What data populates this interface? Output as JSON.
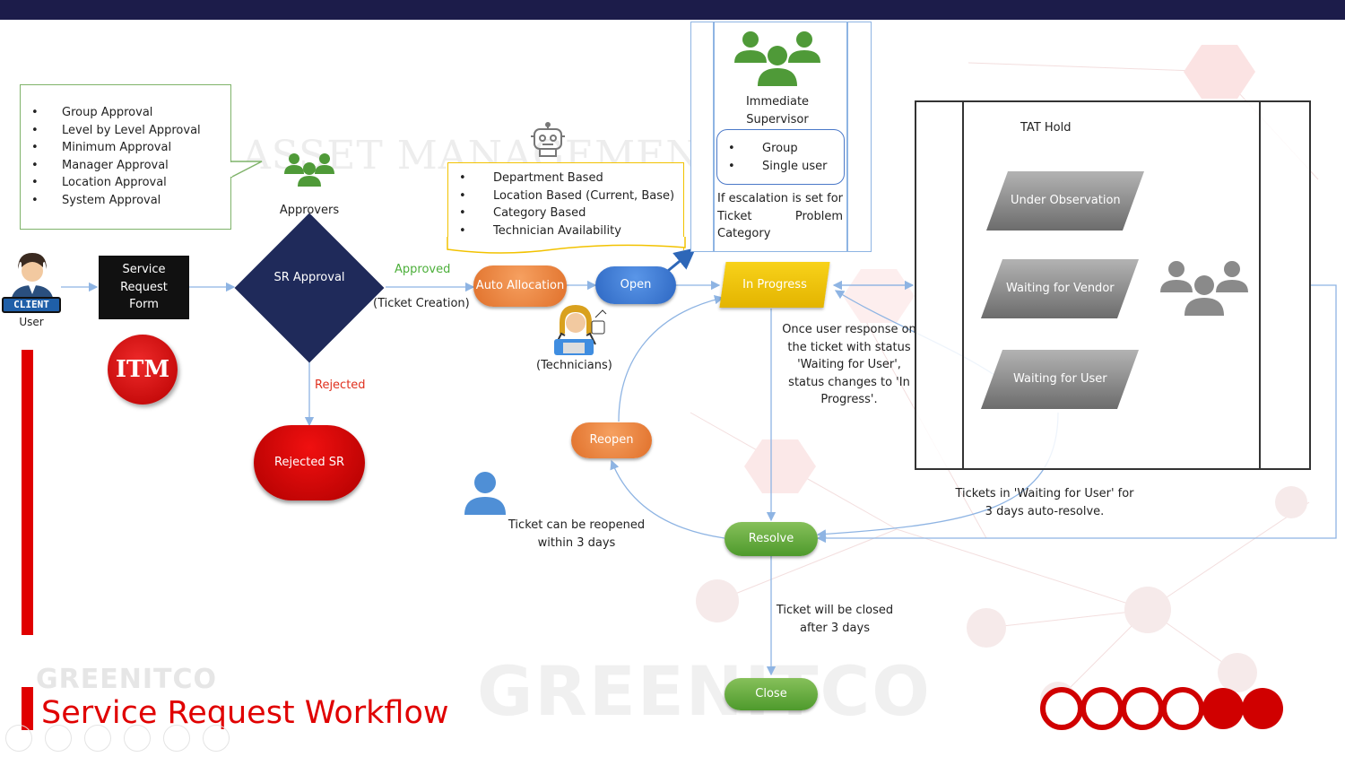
{
  "approval_types": [
    "Group Approval",
    "Level by Level Approval",
    "Minimum Approval",
    "Manager Approval",
    "Location Approval",
    "System Approval"
  ],
  "approvers_label": "Approvers",
  "allocation_types": [
    "Department Based",
    "Location Based (Current, Base)",
    "Category Based",
    "Technician Availability"
  ],
  "supervisor": {
    "title": "Immediate Supervisor",
    "options": [
      "Group",
      "Single user"
    ],
    "note": "If escalation is set for Ticket Problem Category"
  },
  "client_badge": "CLIENT",
  "user_label": "User",
  "nodes": {
    "form": "Service Request Form",
    "sr_approval": "SR Approval",
    "auto_allocation": "Auto Allocation",
    "open": "Open",
    "in_progress": "In Progress",
    "rejected_sr": "Rejected SR",
    "reopen": "Reopen",
    "resolve": "Resolve",
    "close": "Close"
  },
  "edge_labels": {
    "approved": "Approved",
    "ticket_creation": "(Ticket Creation)",
    "rejected": "Rejected",
    "technicians": "(Technicians)"
  },
  "tat": {
    "title": "TAT Hold",
    "states": [
      "Under Observation",
      "Waiting for Vendor",
      "Waiting for User"
    ]
  },
  "notes": {
    "user_response": "Once user response on the ticket with status 'Waiting for User', status changes to 'In Progress'.",
    "auto_resolve": "Tickets in 'Waiting for User' for 3 days auto-resolve.",
    "reopen": "Ticket can be reopened within 3 days",
    "closed": "Ticket will be closed after 3 days"
  },
  "watermark": "ASSET MANAGEMENT",
  "itm_logo": "ITM",
  "brand_watermark": "GREENITCO",
  "slide_title": "Service Request Workflow",
  "colors": {
    "top_bar": "#1c1c4a",
    "diamond": "#1f2a5a",
    "orange": "#f08a3c",
    "blue": "#3f7fd6",
    "yellow": "#f5c400",
    "red": "#d90000",
    "green": "#5ea83a",
    "gray": "#8c8c8c",
    "arrow": "#8eb4e3"
  }
}
